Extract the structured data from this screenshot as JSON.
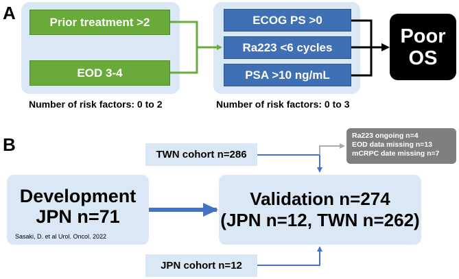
{
  "panel_a": {
    "letter": "A",
    "left_group": {
      "boxes": [
        "Prior treatment >2",
        "EOD 3-4"
      ],
      "caption": "Number of risk factors: 0 to 2"
    },
    "right_group": {
      "boxes": [
        "ECOG PS >0",
        "Ra223 <6 cycles",
        "PSA >10 ng/mL"
      ],
      "caption": "Number of risk factors: 0 to 3"
    },
    "outcome": {
      "line1": "Poor",
      "line2": "OS"
    }
  },
  "panel_b": {
    "letter": "B",
    "twn_cohort": "TWN cohort n=286",
    "jpn_cohort": "JPN cohort n=12",
    "exclusions": [
      "Ra223 ongoing n=4",
      "EOD data missing n=13",
      "mCRPC date missing n=7"
    ],
    "development": {
      "line1": "Development",
      "line2": "JPN n=71",
      "citation": "Sasaki, D. et al Urol. Oncol. 2022"
    },
    "validation": {
      "line1": "Validation n=274",
      "line2": "(JPN n=12, TWN n=262)"
    }
  },
  "colors": {
    "green": "#6aaa3a",
    "blue": "#3f6fb5",
    "light_blue": "#dae8f5",
    "black": "#000000",
    "gray": "#7f7f7f",
    "arrow_blue": "#4472c4"
  }
}
